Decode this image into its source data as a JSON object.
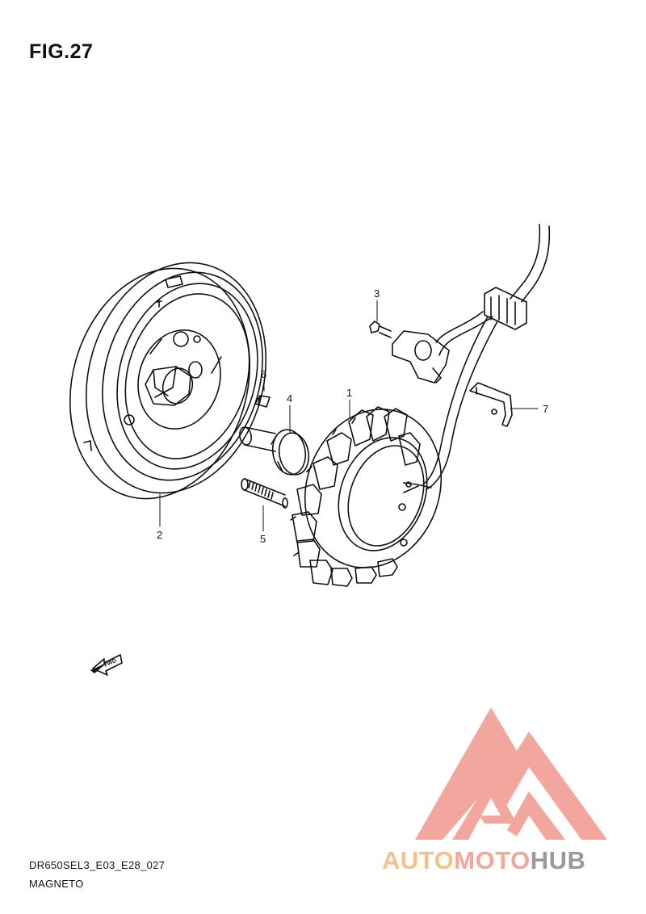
{
  "figure": {
    "title": "FIG.27",
    "code": "DR650SEL3_E03_E28_027",
    "caption": "MAGNETO"
  },
  "parts": [
    {
      "number": "1",
      "icon": "stator-coil-icon"
    },
    {
      "number": "2",
      "icon": "flywheel-rotor-icon"
    },
    {
      "number": "3",
      "icon": "screw-icon"
    },
    {
      "number": "4",
      "icon": "bolt-icon"
    },
    {
      "number": "5",
      "icon": "stud-bolt-icon"
    },
    {
      "number": "6",
      "icon": "key-icon"
    },
    {
      "number": "7",
      "icon": "clamp-icon"
    }
  ],
  "forward_arrow": {
    "label": "FWD",
    "icon": "forward-arrow-icon"
  },
  "watermark": {
    "auto": "AUTO",
    "moto": "MOTO",
    "hub": "HUB",
    "colors": {
      "triangle": "#f29a90",
      "auto": "#f3c28a",
      "moto": "#f2a79a",
      "hub": "#9a9a9a"
    }
  }
}
